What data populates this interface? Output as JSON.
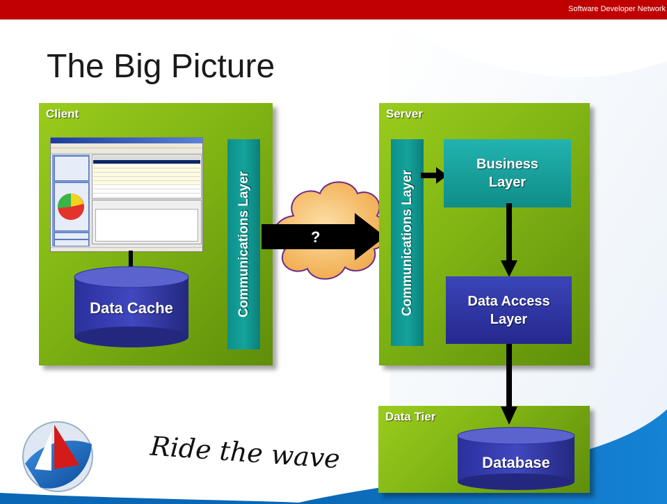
{
  "header": {
    "network_label": "Software Developer Network"
  },
  "slide": {
    "title": "The Big Picture"
  },
  "client": {
    "label": "Client",
    "cache_label": "Data Cache",
    "comm_label": "Communications Layer"
  },
  "network": {
    "question_label": "?"
  },
  "server": {
    "label": "Server",
    "comm_label": "Communications Layer",
    "business_label_line1": "Business",
    "business_label_line2": "Layer",
    "dal_label_line1": "Data Access",
    "dal_label_line2": "Layer"
  },
  "data_tier": {
    "label": "Data Tier",
    "database_label": "Database"
  },
  "footer": {
    "tagline": "Ride the wave"
  },
  "colors": {
    "brand_red": "#c00000",
    "tier_green": "#7fb414",
    "teal": "#14a39c",
    "navy": "#2b31a0",
    "cloud": "#f6c070"
  },
  "icons": [
    "sdn-sailboat-logo-icon",
    "cloud-icon",
    "arrow-icon"
  ]
}
